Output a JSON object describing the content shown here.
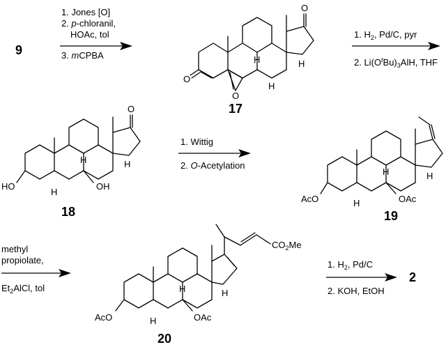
{
  "scheme": {
    "compounds": {
      "c9": "9",
      "c17": "17",
      "c18": "18",
      "c19": "19",
      "c20": "20",
      "c2": "2"
    },
    "step1": {
      "line1": "1. Jones [O]",
      "line2_pre": "2. ",
      "line2_ital": "p",
      "line2_post": "-chloranil,",
      "line3": "HOAc, tol",
      "line4_pre": "3. ",
      "line4_ital": "m",
      "line4_post": "CPBA"
    },
    "step2": {
      "line1_pre": "1. H",
      "line1_sub": "2",
      "line1_post": ", Pd/C, pyr",
      "line2_pre": "2. Li(O",
      "line2_sup": "t",
      "line2_mid": "Bu)",
      "line2_sub": "3",
      "line2_post": "AlH, THF"
    },
    "step3": {
      "line1": "1. Wittig",
      "line2_pre": "2. ",
      "line2_ital": "O",
      "line2_post": "-Acetylation"
    },
    "step4": {
      "line1": "methyl",
      "line2": "propiolate,",
      "line3_pre": "Et",
      "line3_sub": "2",
      "line3_post": "AlCl, tol"
    },
    "step5": {
      "line1_pre": "1. H",
      "line1_sub": "2",
      "line1_post": ", Pd/C",
      "line2": "2. KOH, EtOH"
    },
    "atoms": {
      "O": "O",
      "H": "H",
      "HO": "HO",
      "OH": "OH",
      "AcO": "AcO",
      "OAc": "OAc",
      "CO2Me_pre": "CO",
      "CO2Me_sub": "2",
      "CO2Me_post": "Me"
    }
  }
}
